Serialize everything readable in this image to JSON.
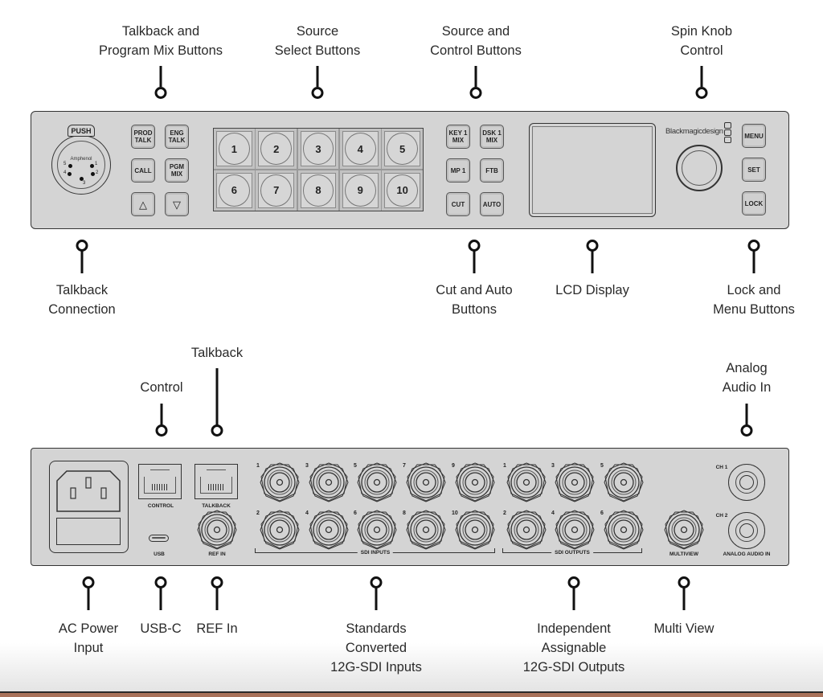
{
  "diagram": {
    "title": "Front and rear panel connection diagram",
    "front_panel": {
      "callouts_top": [
        {
          "id": "talkback-program-mix",
          "lines": [
            "Talkback and",
            "Program Mix Buttons"
          ]
        },
        {
          "id": "source-select",
          "lines": [
            "Source",
            "Select Buttons"
          ]
        },
        {
          "id": "source-control",
          "lines": [
            "Source and",
            "Control  Buttons"
          ]
        },
        {
          "id": "spin-knob",
          "lines": [
            "Spin Knob",
            "Control"
          ]
        }
      ],
      "callouts_bottom": [
        {
          "id": "talkback-connection",
          "lines": [
            "Talkback",
            "Connection"
          ]
        },
        {
          "id": "cut-auto",
          "lines": [
            "Cut and Auto",
            "Buttons"
          ]
        },
        {
          "id": "lcd-display",
          "lines": [
            "LCD Display"
          ]
        },
        {
          "id": "lock-menu",
          "lines": [
            "Lock and",
            "Menu Buttons"
          ]
        }
      ],
      "xlr": {
        "push_label": "PUSH",
        "brand": "Amphenol",
        "pins": [
          "1",
          "2",
          "3",
          "4",
          "5"
        ]
      },
      "talkback_buttons": [
        "PROD\nTALK",
        "ENG\nTALK",
        "CALL",
        "PGM\nMIX",
        "△",
        "▽"
      ],
      "source_buttons": [
        "1",
        "2",
        "3",
        "4",
        "5",
        "6",
        "7",
        "8",
        "9",
        "10"
      ],
      "control_buttons": [
        "KEY 1\nMIX",
        "DSK 1\nMIX",
        "MP 1",
        "FTB",
        "CUT",
        "AUTO"
      ],
      "brand": "Blackmagicdesign",
      "menu_buttons": [
        "MENU",
        "SET",
        "LOCK"
      ]
    },
    "rear_panel": {
      "callouts_top": [
        {
          "id": "control",
          "lines": [
            "Control"
          ]
        },
        {
          "id": "talkback",
          "lines": [
            "Talkback"
          ]
        },
        {
          "id": "analog-audio-in",
          "lines": [
            "Analog",
            "Audio In"
          ]
        }
      ],
      "callouts_bottom": [
        {
          "id": "ac-power",
          "lines": [
            "AC Power",
            "Input"
          ]
        },
        {
          "id": "usb-c",
          "lines": [
            "USB-C"
          ]
        },
        {
          "id": "ref-in",
          "lines": [
            "REF In"
          ]
        },
        {
          "id": "sdi-inputs",
          "lines": [
            "Standards",
            "Converted",
            "12G-SDI Inputs"
          ]
        },
        {
          "id": "sdi-outputs",
          "lines": [
            "Independent",
            "Assignable",
            "12G-SDI Outputs"
          ]
        },
        {
          "id": "multi-view",
          "lines": [
            "Multi View"
          ]
        }
      ],
      "port_labels": {
        "control": "CONTROL",
        "talkback": "TALKBACK",
        "usb": "USB",
        "ref_in": "REF IN",
        "sdi_inputs": "SDI INPUTS",
        "sdi_outputs": "SDI OUTPUTS",
        "multiview": "MULTIVIEW",
        "analog_audio_in": "ANALOG AUDIO IN",
        "ch1": "CH 1",
        "ch2": "CH 2"
      },
      "sdi_input_numbers": [
        "1",
        "3",
        "5",
        "7",
        "9",
        "2",
        "4",
        "6",
        "8",
        "10"
      ],
      "sdi_output_numbers": [
        "1",
        "3",
        "5",
        "2",
        "4",
        "6"
      ]
    }
  }
}
